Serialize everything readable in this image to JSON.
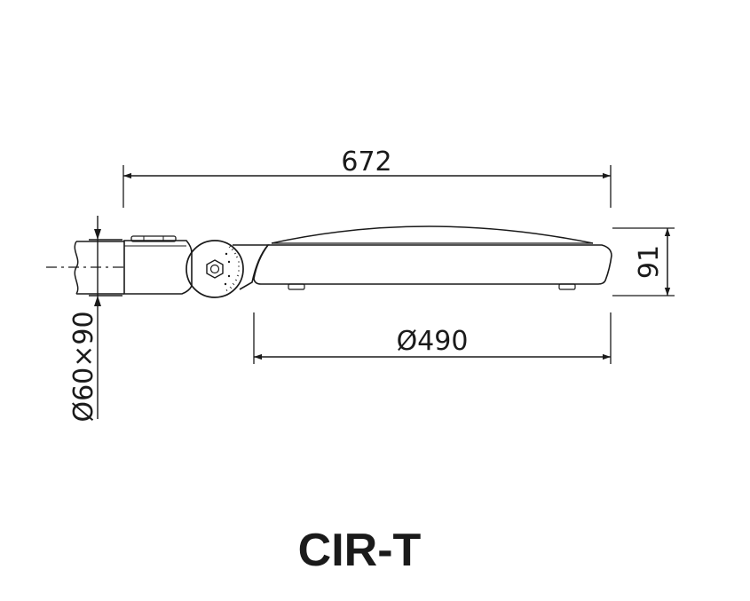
{
  "dimensions": {
    "overall_length": "672",
    "height": "91",
    "diameter": "Ø490",
    "mounting": "Ø60×90"
  },
  "model_name": "CIR-T",
  "colors": {
    "ink": "#1a1a1a",
    "background": "#ffffff"
  }
}
